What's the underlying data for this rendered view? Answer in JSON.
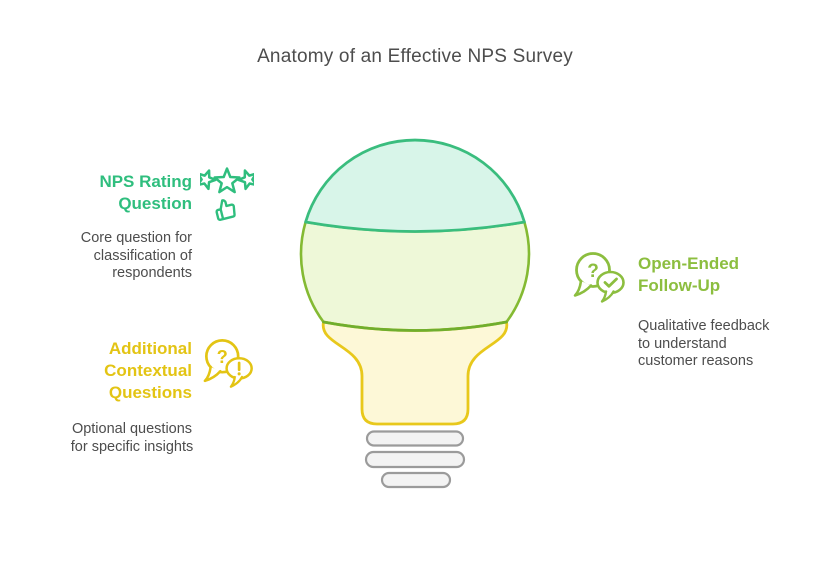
{
  "title": "Anatomy of an Effective NPS Survey",
  "colors": {
    "title_text": "#4d4d4d",
    "body_text": "#4d4d4d",
    "green_accent": "#2fbe7e",
    "yellow_accent": "#e3c414",
    "lime_accent": "#8cbe3f",
    "bulb": {
      "dome_fill": "#d8f5e9",
      "dome_stroke": "#3abd7e",
      "middle_fill": "#eef8d8",
      "middle_stroke": "#84ba33",
      "neck_fill": "#fdf8d7",
      "neck_stroke": "#e8c81b",
      "divider_stroke": "#6fae2f",
      "thread_fill": "#f3f3f3",
      "thread_stroke": "#9b9b9b"
    }
  },
  "icon_glyphs": {
    "question_mark": "?"
  },
  "sections": [
    {
      "id": "nps-rating-question",
      "heading_lines": [
        "NPS Rating",
        "Question"
      ],
      "body_lines": [
        "Core question for",
        "classification of",
        "respondents"
      ],
      "accent": "#2fbe7e",
      "icon": "rating-stars-thumbs-up-icon"
    },
    {
      "id": "additional-contextual-questions",
      "heading_lines": [
        "Additional",
        "Contextual",
        "Questions"
      ],
      "body_lines": [
        "Optional questions",
        "for specific insights"
      ],
      "accent": "#e3c414",
      "icon": "question-exclamation-bubbles-icon"
    },
    {
      "id": "open-ended-follow-up",
      "heading_lines": [
        "Open-Ended",
        "Follow-Up"
      ],
      "body_lines": [
        "Qualitative feedback",
        "to understand",
        "customer reasons"
      ],
      "accent": "#8cbe3f",
      "icon": "question-check-bubbles-icon"
    }
  ]
}
